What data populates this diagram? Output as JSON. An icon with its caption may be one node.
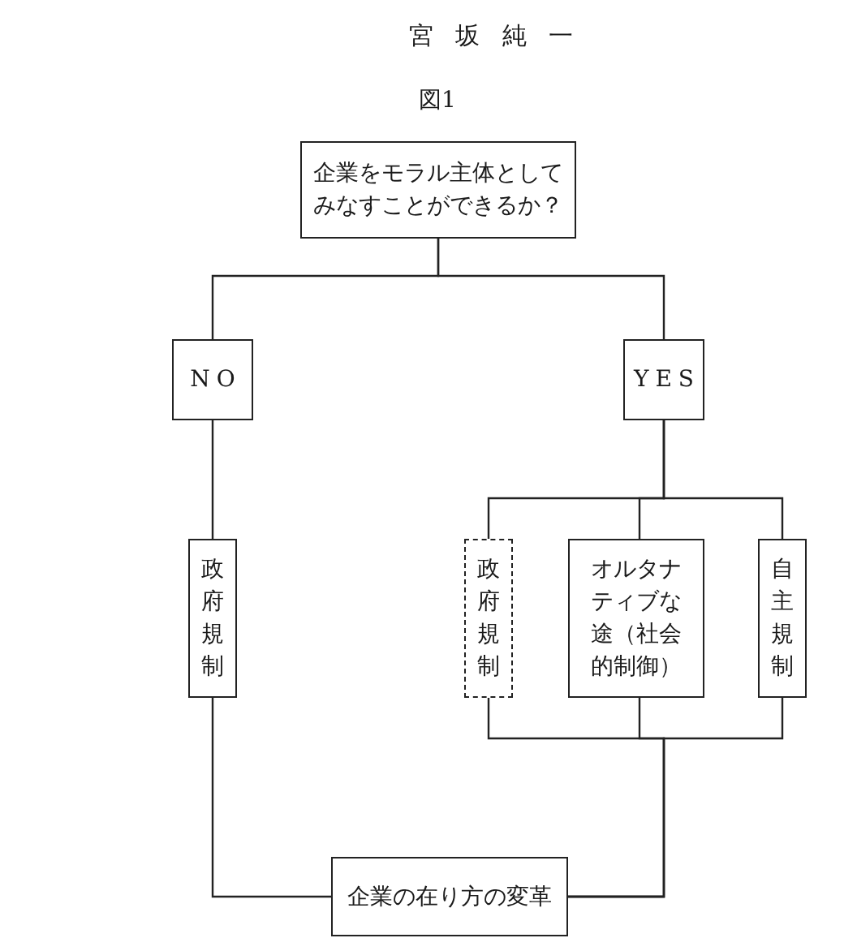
{
  "diagram": {
    "title": "図1",
    "nodes": [
      {
        "text": [
          "企業をモラル主体としてみなすことができるか？"
        ]
      },
      {
        "text": [
          "NO"
        ]
      },
      {
        "text": [
          "YES"
        ]
      },
      {
        "text": [
          "政府規制"
        ]
      },
      {
        "text": [
          "政府規制"
        ]
      },
      {
        "text": [
          "オルタナティブな途（社会的制御）"
        ]
      },
      {
        "text": [
          "自主規制"
        ]
      },
      {
        "text": [
          "企業の在り方の変革"
        ]
      }
    ],
    "edges": [
      {
        "from": 0,
        "to": 1,
        "arrow": "none"
      },
      {
        "from": 0,
        "to": 2,
        "arrow": "none"
      },
      {
        "from": 1,
        "to": 3,
        "arrow": "none"
      },
      {
        "from": 2,
        "to": 4,
        "arrow": "none"
      },
      {
        "from": 2,
        "to": 5,
        "arrow": "none"
      },
      {
        "from": 2,
        "to": 6,
        "arrow": "none"
      },
      {
        "from": 4,
        "to": 7,
        "arrow": "none"
      },
      {
        "from": 5,
        "to": 7,
        "arrow": "none"
      },
      {
        "from": 6,
        "to": 7,
        "arrow": "none"
      },
      {
        "from": 3,
        "to": 7,
        "arrow": "none"
      }
    ],
    "labels": [
      "宮坂純一"
    ]
  }
}
